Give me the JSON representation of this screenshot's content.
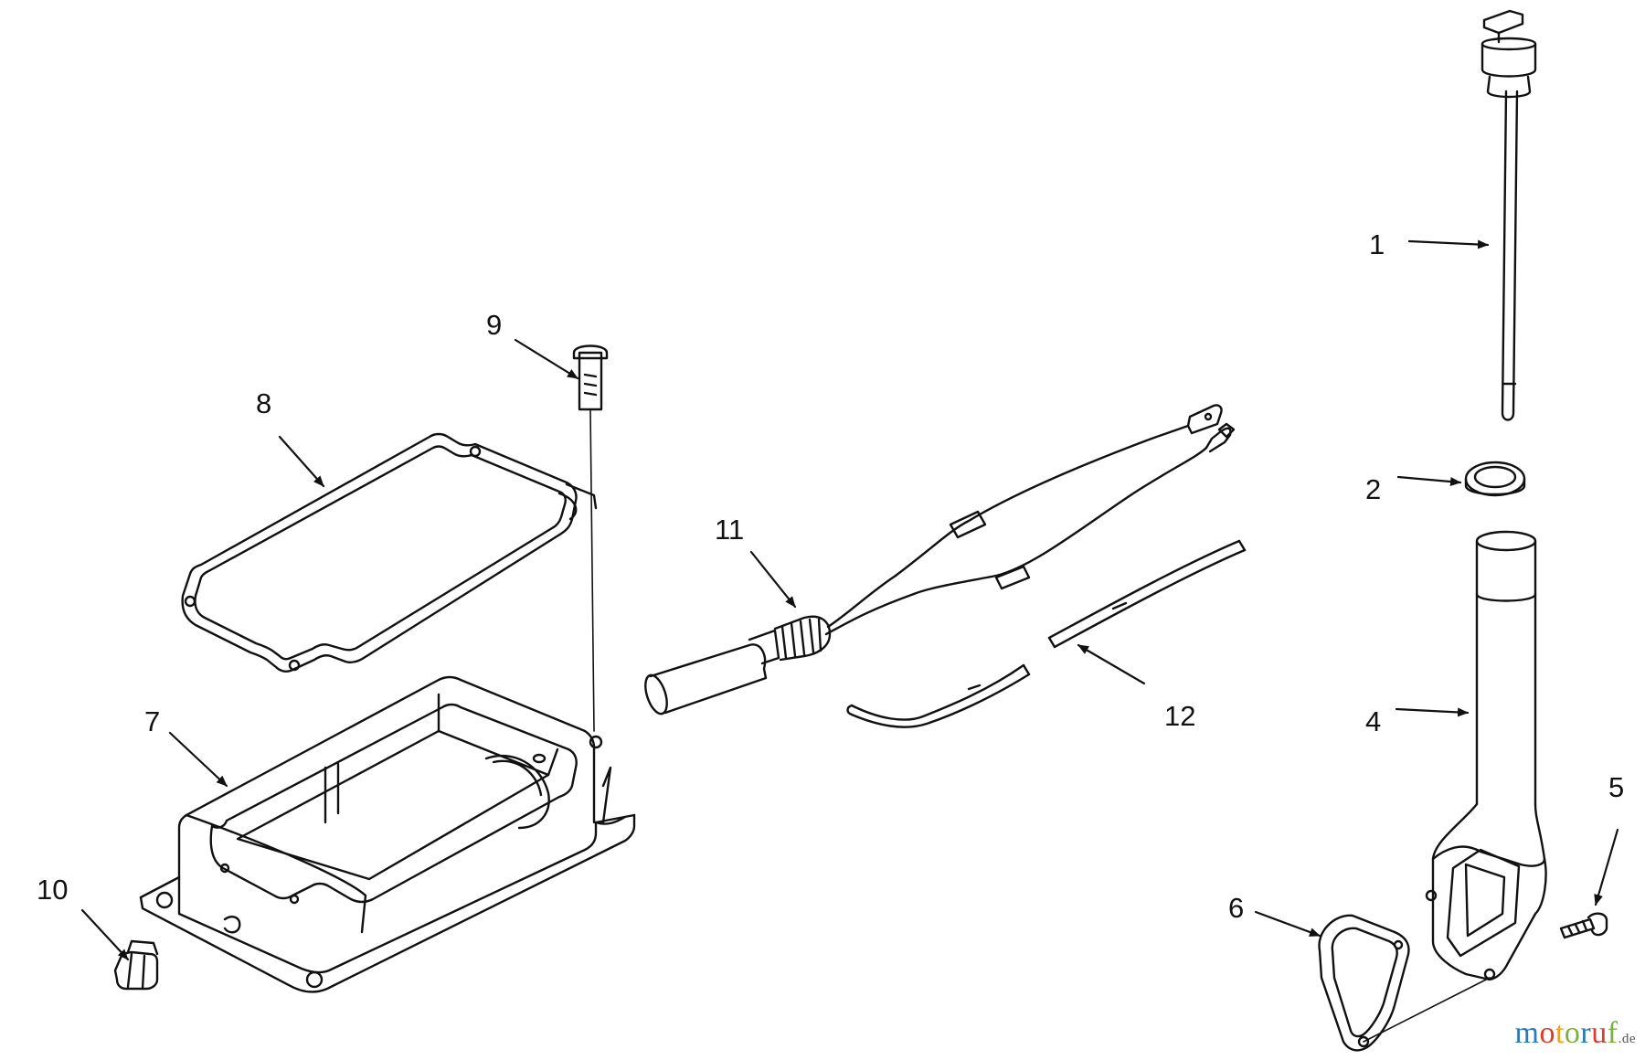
{
  "diagram": {
    "callouts": [
      {
        "id": "1",
        "label": "1"
      },
      {
        "id": "2",
        "label": "2"
      },
      {
        "id": "4",
        "label": "4"
      },
      {
        "id": "5",
        "label": "5"
      },
      {
        "id": "6",
        "label": "6"
      },
      {
        "id": "7",
        "label": "7"
      },
      {
        "id": "8",
        "label": "8"
      },
      {
        "id": "9",
        "label": "9"
      },
      {
        "id": "10",
        "label": "10"
      },
      {
        "id": "11",
        "label": "11"
      },
      {
        "id": "12",
        "label": "12"
      }
    ]
  },
  "watermark": {
    "letters": [
      "m",
      "o",
      "t",
      "o",
      "r",
      "u",
      "f"
    ],
    "tld": ".de",
    "colors": [
      "#2a7ab8",
      "#e03a2a",
      "#f0a020",
      "#7ab040",
      "#2a7ab8",
      "#e03a2a",
      "#7ab040"
    ]
  }
}
